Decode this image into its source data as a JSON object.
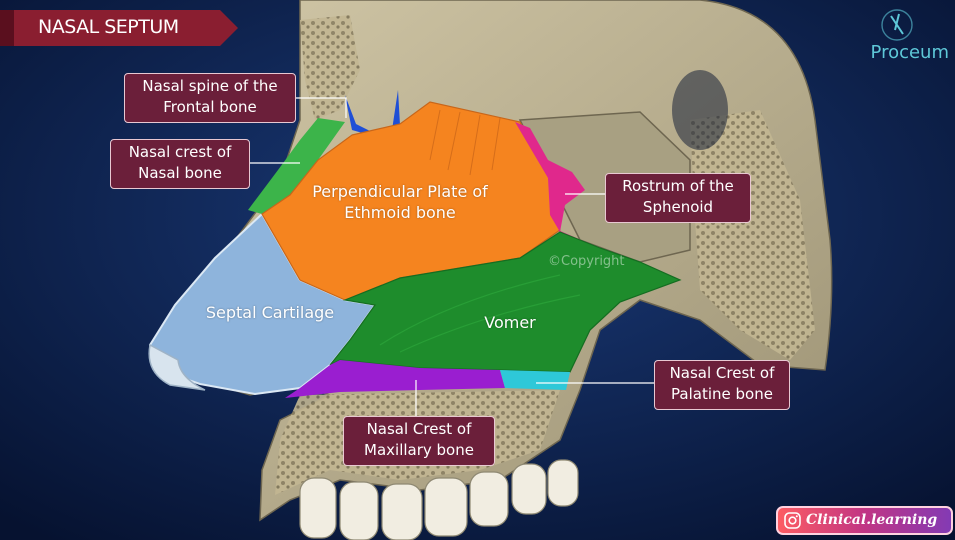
{
  "title": "NASAL SEPTUM",
  "brand": {
    "name": "Proceum",
    "icon": "proceum-logo-icon"
  },
  "watermark": "©Copyright",
  "labels": {
    "nasal_spine_frontal": "Nasal spine of the\nFrontal bone",
    "nasal_crest_nasal": "Nasal crest of\nNasal bone",
    "perpendicular_plate": "Perpendicular Plate of\nEthmoid bone",
    "rostrum_sphenoid": "Rostrum of the\nSphenoid",
    "septal_cartilage": "Septal Cartilage",
    "vomer": "Vomer",
    "nasal_crest_palatine": "Nasal Crest of\nPalatine bone",
    "nasal_crest_maxillary": "Nasal Crest of\nMaxillary bone"
  },
  "social": {
    "handle": "Clinical.learning",
    "icon": "instagram-icon"
  },
  "colors": {
    "background": "#0b1a3c",
    "banner": "#8a1e30",
    "callout_fill": "#6b1f3a",
    "ethmoid": "#f5841f",
    "septal_cartilage": "#8eb4dc",
    "vomer": "#1e8c2c",
    "nasal_bone": "#3cb44a",
    "frontal_spine": "#1f4fd6",
    "sphenoid_rostrum": "#e0288c",
    "maxillary_crest": "#9a1ed0",
    "palatine_crest": "#2ec8d8",
    "bone": "#b8ad8e"
  }
}
